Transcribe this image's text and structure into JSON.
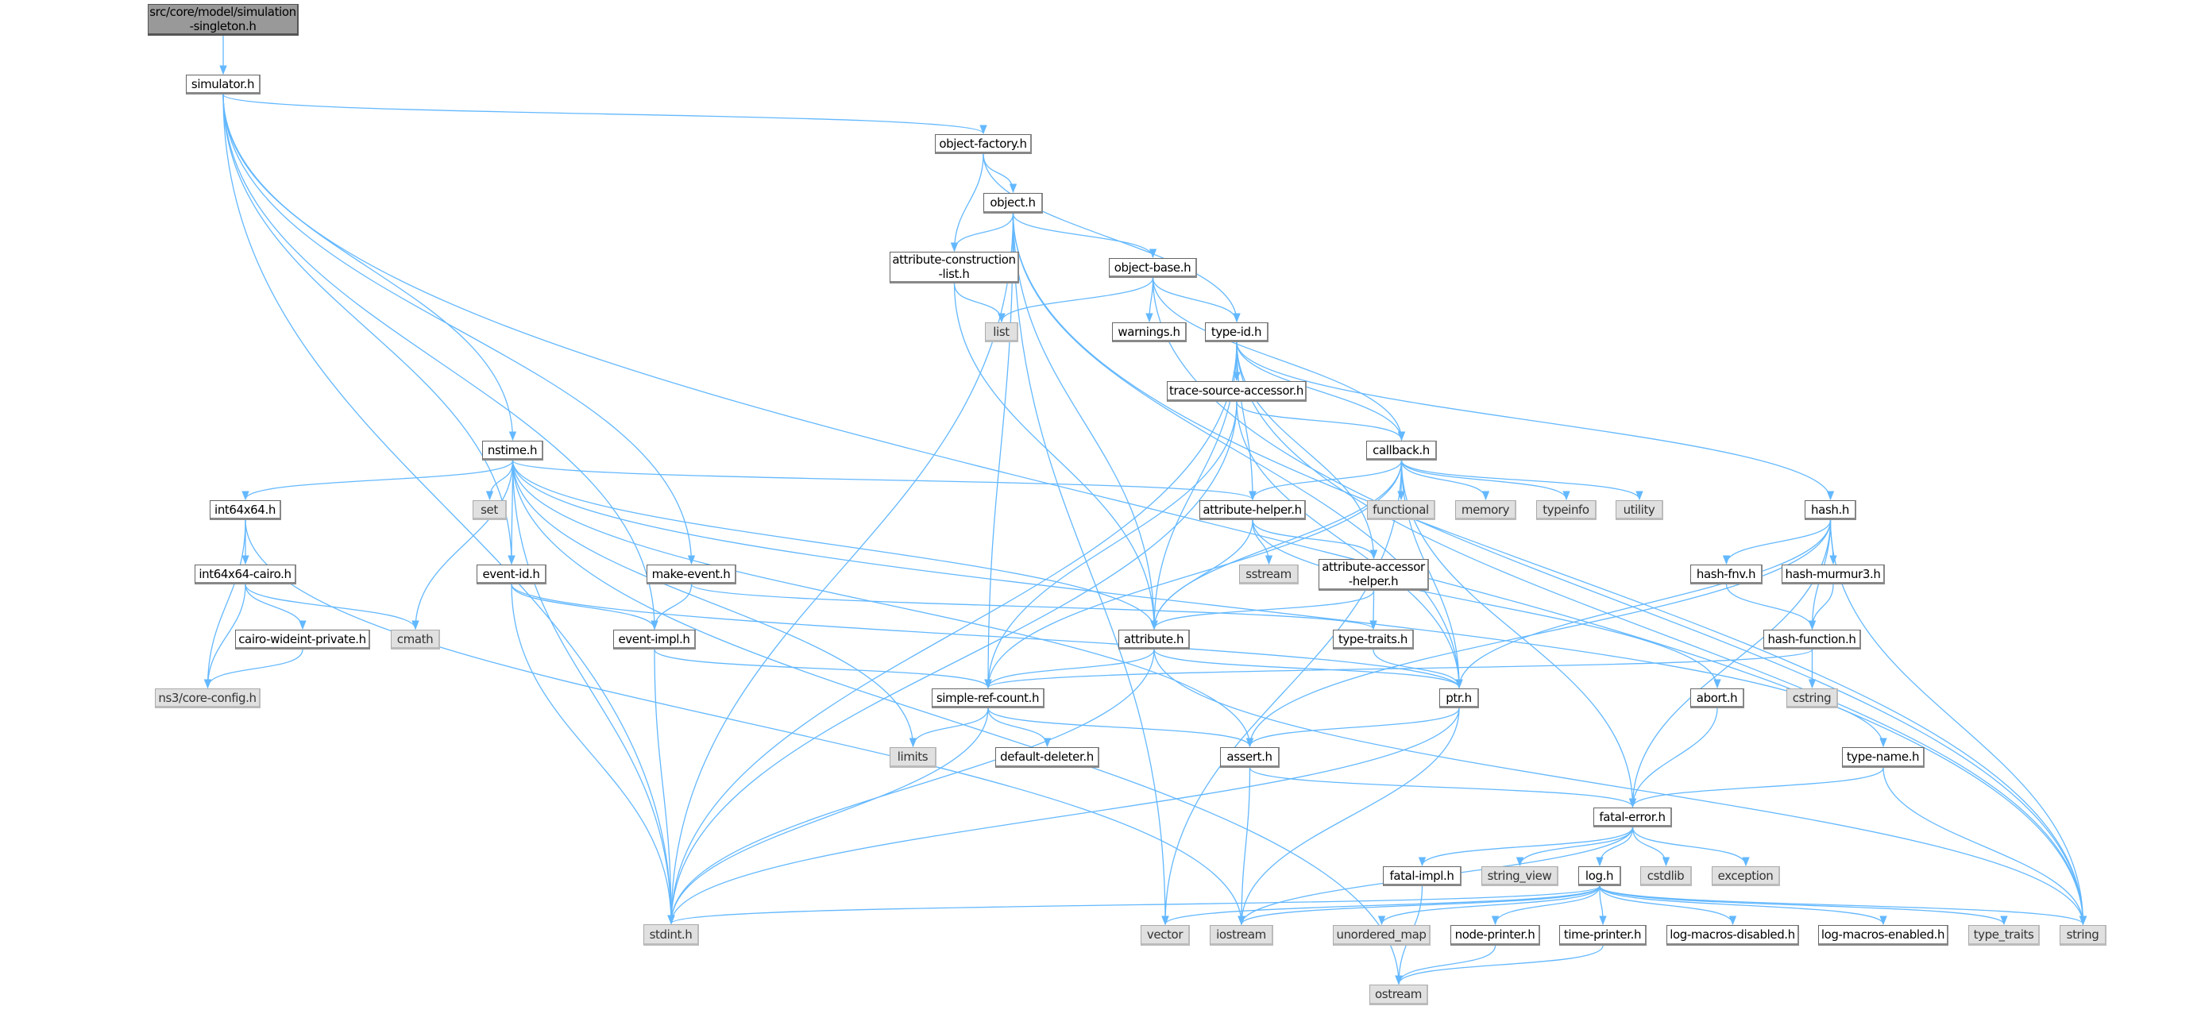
{
  "title": "src/core/model/simulation-singleton.h include dependency graph",
  "colors": {
    "edge": "#63b8ff",
    "root_fill": "#999999",
    "system_fill": "#e0e0e0",
    "node_fill": "#ffffff"
  },
  "nodes": [
    {
      "id": "root",
      "lines": [
        "src/core/model/simulation",
        "-singleton.h"
      ],
      "kind": "root"
    },
    {
      "id": "simulator",
      "lines": [
        "simulator.h"
      ],
      "kind": "project"
    },
    {
      "id": "object-factory",
      "lines": [
        "object-factory.h"
      ],
      "kind": "project"
    },
    {
      "id": "object",
      "lines": [
        "object.h"
      ],
      "kind": "project"
    },
    {
      "id": "attribute-construction-list",
      "lines": [
        "attribute-construction",
        "-list.h"
      ],
      "kind": "project"
    },
    {
      "id": "list",
      "lines": [
        "list"
      ],
      "kind": "system"
    },
    {
      "id": "object-base",
      "lines": [
        "object-base.h"
      ],
      "kind": "project"
    },
    {
      "id": "warnings",
      "lines": [
        "warnings.h"
      ],
      "kind": "project"
    },
    {
      "id": "type-id",
      "lines": [
        "type-id.h"
      ],
      "kind": "project"
    },
    {
      "id": "trace-source-accessor",
      "lines": [
        "trace-source-accessor.h"
      ],
      "kind": "project"
    },
    {
      "id": "callback",
      "lines": [
        "callback.h"
      ],
      "kind": "project"
    },
    {
      "id": "nstime",
      "lines": [
        "nstime.h"
      ],
      "kind": "project"
    },
    {
      "id": "int64x64",
      "lines": [
        "int64x64.h"
      ],
      "kind": "project"
    },
    {
      "id": "set",
      "lines": [
        "set"
      ],
      "kind": "system"
    },
    {
      "id": "int64x64-cairo",
      "lines": [
        "int64x64-cairo.h"
      ],
      "kind": "project"
    },
    {
      "id": "event-id",
      "lines": [
        "event-id.h"
      ],
      "kind": "project"
    },
    {
      "id": "make-event",
      "lines": [
        "make-event.h"
      ],
      "kind": "project"
    },
    {
      "id": "cairo-wideint-private",
      "lines": [
        "cairo-wideint-private.h"
      ],
      "kind": "project"
    },
    {
      "id": "cmath",
      "lines": [
        "cmath"
      ],
      "kind": "system"
    },
    {
      "id": "event-impl",
      "lines": [
        "event-impl.h"
      ],
      "kind": "project"
    },
    {
      "id": "core-config",
      "lines": [
        "ns3/core-config.h"
      ],
      "kind": "system"
    },
    {
      "id": "simple-ref-count",
      "lines": [
        "simple-ref-count.h"
      ],
      "kind": "project"
    },
    {
      "id": "limits",
      "lines": [
        "limits"
      ],
      "kind": "system"
    },
    {
      "id": "default-deleter",
      "lines": [
        "default-deleter.h"
      ],
      "kind": "project"
    },
    {
      "id": "stdint",
      "lines": [
        "stdint.h"
      ],
      "kind": "system"
    },
    {
      "id": "attribute-helper",
      "lines": [
        "attribute-helper.h"
      ],
      "kind": "project"
    },
    {
      "id": "functional",
      "lines": [
        "functional"
      ],
      "kind": "system"
    },
    {
      "id": "memory",
      "lines": [
        "memory"
      ],
      "kind": "system"
    },
    {
      "id": "typeinfo",
      "lines": [
        "typeinfo"
      ],
      "kind": "system"
    },
    {
      "id": "utility",
      "lines": [
        "utility"
      ],
      "kind": "system"
    },
    {
      "id": "hash",
      "lines": [
        "hash.h"
      ],
      "kind": "project"
    },
    {
      "id": "sstream",
      "lines": [
        "sstream"
      ],
      "kind": "system"
    },
    {
      "id": "attribute-accessor-helper",
      "lines": [
        "attribute-accessor",
        "-helper.h"
      ],
      "kind": "project"
    },
    {
      "id": "hash-fnv",
      "lines": [
        "hash-fnv.h"
      ],
      "kind": "project"
    },
    {
      "id": "hash-murmur3",
      "lines": [
        "hash-murmur3.h"
      ],
      "kind": "project"
    },
    {
      "id": "attribute",
      "lines": [
        "attribute.h"
      ],
      "kind": "project"
    },
    {
      "id": "type-traits",
      "lines": [
        "type-traits.h"
      ],
      "kind": "project"
    },
    {
      "id": "hash-function",
      "lines": [
        "hash-function.h"
      ],
      "kind": "project"
    },
    {
      "id": "ptr",
      "lines": [
        "ptr.h"
      ],
      "kind": "project"
    },
    {
      "id": "abort",
      "lines": [
        "abort.h"
      ],
      "kind": "project"
    },
    {
      "id": "cstring",
      "lines": [
        "cstring"
      ],
      "kind": "system"
    },
    {
      "id": "assert",
      "lines": [
        "assert.h"
      ],
      "kind": "project"
    },
    {
      "id": "type-name",
      "lines": [
        "type-name.h"
      ],
      "kind": "project"
    },
    {
      "id": "fatal-error",
      "lines": [
        "fatal-error.h"
      ],
      "kind": "project"
    },
    {
      "id": "fatal-impl",
      "lines": [
        "fatal-impl.h"
      ],
      "kind": "project"
    },
    {
      "id": "string_view",
      "lines": [
        "string_view"
      ],
      "kind": "system"
    },
    {
      "id": "log",
      "lines": [
        "log.h"
      ],
      "kind": "project"
    },
    {
      "id": "cstdlib",
      "lines": [
        "cstdlib"
      ],
      "kind": "system"
    },
    {
      "id": "exception",
      "lines": [
        "exception"
      ],
      "kind": "system"
    },
    {
      "id": "vector",
      "lines": [
        "vector"
      ],
      "kind": "system"
    },
    {
      "id": "iostream",
      "lines": [
        "iostream"
      ],
      "kind": "system"
    },
    {
      "id": "unordered_map",
      "lines": [
        "unordered_map"
      ],
      "kind": "system"
    },
    {
      "id": "node-printer",
      "lines": [
        "node-printer.h"
      ],
      "kind": "project"
    },
    {
      "id": "time-printer",
      "lines": [
        "time-printer.h"
      ],
      "kind": "project"
    },
    {
      "id": "log-macros-disabled",
      "lines": [
        "log-macros-disabled.h"
      ],
      "kind": "project"
    },
    {
      "id": "log-macros-enabled",
      "lines": [
        "log-macros-enabled.h"
      ],
      "kind": "project"
    },
    {
      "id": "type_traits",
      "lines": [
        "type_traits"
      ],
      "kind": "system"
    },
    {
      "id": "string",
      "lines": [
        "string"
      ],
      "kind": "system"
    },
    {
      "id": "ostream",
      "lines": [
        "ostream"
      ],
      "kind": "system"
    }
  ],
  "edges": [
    [
      "root",
      "simulator"
    ],
    [
      "simulator",
      "object-factory"
    ],
    [
      "simulator",
      "nstime"
    ],
    [
      "simulator",
      "event-id"
    ],
    [
      "simulator",
      "event-impl"
    ],
    [
      "simulator",
      "make-event"
    ],
    [
      "simulator",
      "stdint"
    ],
    [
      "simulator",
      "string"
    ],
    [
      "object-factory",
      "object"
    ],
    [
      "object-factory",
      "attribute-construction-list"
    ],
    [
      "object-factory",
      "type-id"
    ],
    [
      "object",
      "attribute-construction-list"
    ],
    [
      "object",
      "object-base"
    ],
    [
      "object",
      "attribute"
    ],
    [
      "object",
      "ptr"
    ],
    [
      "object",
      "simple-ref-count"
    ],
    [
      "object",
      "stdint"
    ],
    [
      "object",
      "string"
    ],
    [
      "object",
      "vector"
    ],
    [
      "attribute-construction-list",
      "list"
    ],
    [
      "attribute-construction-list",
      "attribute"
    ],
    [
      "object-base",
      "list"
    ],
    [
      "object-base",
      "warnings"
    ],
    [
      "object-base",
      "type-id"
    ],
    [
      "object-base",
      "callback"
    ],
    [
      "object-base",
      "string"
    ],
    [
      "type-id",
      "trace-source-accessor"
    ],
    [
      "type-id",
      "callback"
    ],
    [
      "type-id",
      "attribute"
    ],
    [
      "type-id",
      "attribute-helper"
    ],
    [
      "type-id",
      "attribute-accessor-helper"
    ],
    [
      "type-id",
      "hash"
    ],
    [
      "type-id",
      "string"
    ],
    [
      "type-id",
      "stdint"
    ],
    [
      "trace-source-accessor",
      "callback"
    ],
    [
      "trace-source-accessor",
      "ptr"
    ],
    [
      "trace-source-accessor",
      "simple-ref-count"
    ],
    [
      "trace-source-accessor",
      "stdint"
    ],
    [
      "callback",
      "attribute-helper"
    ],
    [
      "callback",
      "attribute"
    ],
    [
      "callback",
      "simple-ref-count"
    ],
    [
      "callback",
      "ptr"
    ],
    [
      "callback",
      "fatal-error"
    ],
    [
      "callback",
      "functional"
    ],
    [
      "callback",
      "memory"
    ],
    [
      "callback",
      "typeinfo"
    ],
    [
      "callback",
      "utility"
    ],
    [
      "callback",
      "vector"
    ],
    [
      "nstime",
      "int64x64"
    ],
    [
      "nstime",
      "set"
    ],
    [
      "nstime",
      "cmath"
    ],
    [
      "nstime",
      "event-id"
    ],
    [
      "nstime",
      "limits"
    ],
    [
      "nstime",
      "attribute-helper"
    ],
    [
      "nstime",
      "attribute"
    ],
    [
      "nstime",
      "assert"
    ],
    [
      "nstime",
      "type-name"
    ],
    [
      "nstime",
      "stdint"
    ],
    [
      "nstime",
      "ostream"
    ],
    [
      "int64x64",
      "int64x64-cairo"
    ],
    [
      "int64x64",
      "core-config"
    ],
    [
      "int64x64",
      "iostream"
    ],
    [
      "int64x64-cairo",
      "cairo-wideint-private"
    ],
    [
      "int64x64-cairo",
      "cmath"
    ],
    [
      "int64x64-cairo",
      "core-config"
    ],
    [
      "cairo-wideint-private",
      "core-config"
    ],
    [
      "event-id",
      "event-impl"
    ],
    [
      "event-id",
      "ptr"
    ],
    [
      "event-id",
      "stdint"
    ],
    [
      "make-event",
      "event-impl"
    ],
    [
      "make-event",
      "type-traits"
    ],
    [
      "event-impl",
      "simple-ref-count"
    ],
    [
      "event-impl",
      "stdint"
    ],
    [
      "simple-ref-count",
      "limits"
    ],
    [
      "simple-ref-count",
      "default-deleter"
    ],
    [
      "simple-ref-count",
      "assert"
    ],
    [
      "simple-ref-count",
      "stdint"
    ],
    [
      "attribute-helper",
      "sstream"
    ],
    [
      "attribute-helper",
      "attribute-accessor-helper"
    ],
    [
      "attribute-helper",
      "attribute"
    ],
    [
      "attribute-helper",
      "abort"
    ],
    [
      "attribute-accessor-helper",
      "attribute"
    ],
    [
      "attribute-accessor-helper",
      "type-traits"
    ],
    [
      "attribute",
      "simple-ref-count"
    ],
    [
      "attribute",
      "ptr"
    ],
    [
      "attribute",
      "stdint"
    ],
    [
      "attribute",
      "string"
    ],
    [
      "type-traits",
      "ptr"
    ],
    [
      "ptr",
      "assert"
    ],
    [
      "ptr",
      "iostream"
    ],
    [
      "ptr",
      "stdint"
    ],
    [
      "hash",
      "hash-fnv"
    ],
    [
      "hash",
      "hash-murmur3"
    ],
    [
      "hash",
      "hash-function"
    ],
    [
      "hash",
      "ptr"
    ],
    [
      "hash",
      "assert"
    ],
    [
      "hash",
      "fatal-error"
    ],
    [
      "hash",
      "string"
    ],
    [
      "hash-fnv",
      "hash-function"
    ],
    [
      "hash-murmur3",
      "hash-function"
    ],
    [
      "hash-function",
      "cstring"
    ],
    [
      "hash-function",
      "simple-ref-count"
    ],
    [
      "abort",
      "fatal-error"
    ],
    [
      "assert",
      "fatal-error"
    ],
    [
      "assert",
      "iostream"
    ],
    [
      "type-name",
      "fatal-error"
    ],
    [
      "type-name",
      "string"
    ],
    [
      "fatal-error",
      "fatal-impl"
    ],
    [
      "fatal-error",
      "string_view"
    ],
    [
      "fatal-error",
      "log"
    ],
    [
      "fatal-error",
      "cstdlib"
    ],
    [
      "fatal-error",
      "exception"
    ],
    [
      "fatal-error",
      "iostream"
    ],
    [
      "fatal-impl",
      "ostream"
    ],
    [
      "log",
      "vector"
    ],
    [
      "log",
      "iostream"
    ],
    [
      "log",
      "unordered_map"
    ],
    [
      "log",
      "node-printer"
    ],
    [
      "log",
      "time-printer"
    ],
    [
      "log",
      "log-macros-disabled"
    ],
    [
      "log",
      "log-macros-enabled"
    ],
    [
      "log",
      "type_traits"
    ],
    [
      "log",
      "string"
    ],
    [
      "log",
      "stdint"
    ],
    [
      "node-printer",
      "ostream"
    ],
    [
      "time-printer",
      "ostream"
    ]
  ]
}
